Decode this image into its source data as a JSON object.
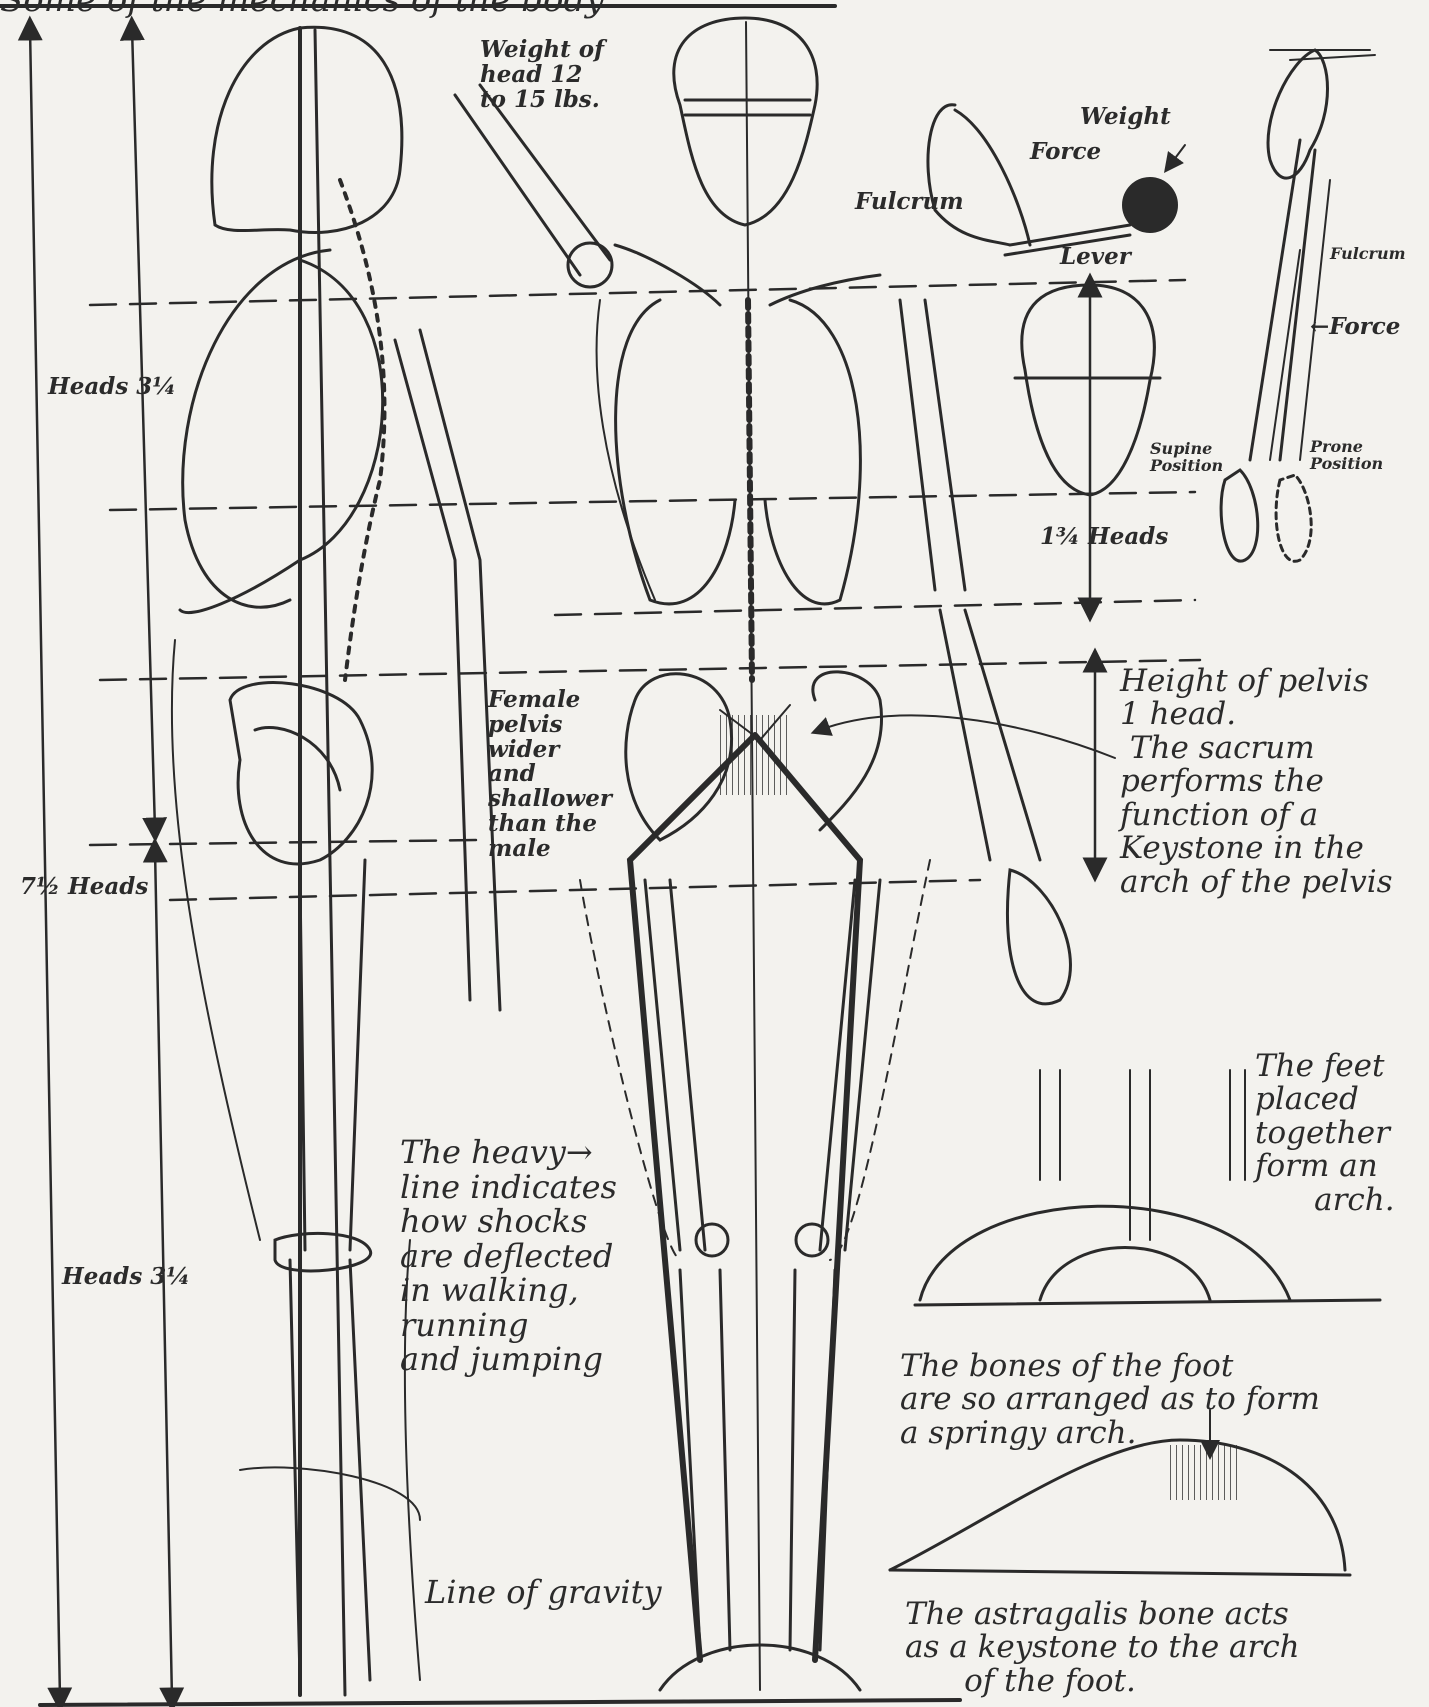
{
  "header": {
    "title_fragment": "Some of the mechanics of the body"
  },
  "labels": {
    "weight_of_head": "Weight of\nhead 12\nto 15 lbs.",
    "weight": "Weight",
    "force": "Force",
    "fulcrum": "Fulcrum",
    "lever": "Lever",
    "fulcrum_arm": "Fulcrum",
    "force_arm": "←Force",
    "supine_position": "Supine\nPosition",
    "prone_position": "Prone\nPosition",
    "heads_1_3_4": "1¾ Heads",
    "heads_3_1_4": "Heads 3¼",
    "heads_7_1_2": "7½ Heads",
    "heads_3_1_4_lower": "Heads 3¼",
    "female_pelvis": "Female\npelvis\nwider\nand\nshallower\nthan the\nmale",
    "pelvis_note": "Height of pelvis\n1 head.\n The sacrum\nperforms the\nfunction of a\nKeystone in the\narch of the pelvis",
    "feet_arch": "The feet\nplaced\ntogether\nform an\n      arch.",
    "heavy_line": "The heavy→\nline indicates\nhow shocks\nare deflected\nin walking,\nrunning\nand jumping",
    "foot_bones": "The bones of the foot\nare so arranged as to form\na springy arch.",
    "line_of_gravity": "Line of gravity",
    "astragalis": "The astragalis bone acts\nas a keystone to the arch\n      of the foot."
  },
  "colors": {
    "ink": "#2a2a2a",
    "paper": "#f3f2ee"
  }
}
